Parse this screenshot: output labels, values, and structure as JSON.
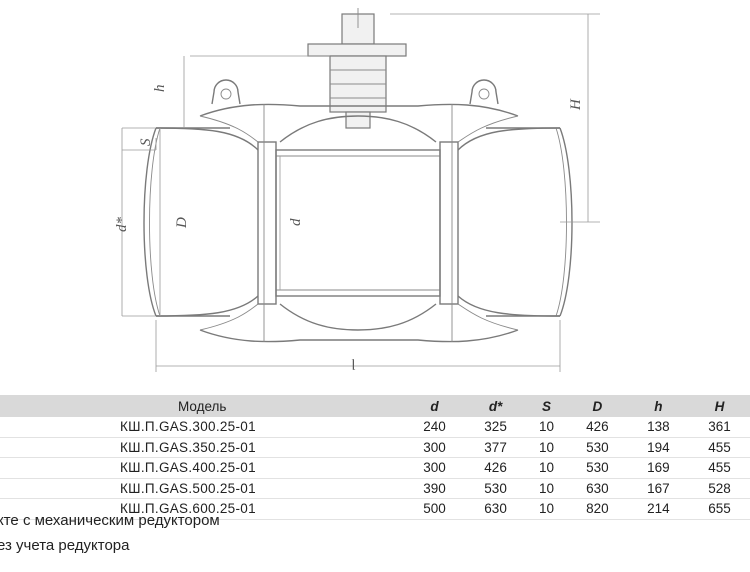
{
  "drawing": {
    "labels": {
      "h": "h",
      "S": "S",
      "d_star": "d*",
      "D": "D",
      "d": "d",
      "H": "H",
      "l": "l"
    }
  },
  "table": {
    "headers": [
      "Модель",
      "d",
      "d*",
      "S",
      "D",
      "h",
      "H"
    ],
    "rows": [
      [
        "КШ.П.GAS.300.25-01",
        "240",
        "325",
        "10",
        "426",
        "138",
        "361"
      ],
      [
        "КШ.П.GAS.350.25-01",
        "300",
        "377",
        "10",
        "530",
        "194",
        "455"
      ],
      [
        "КШ.П.GAS.400.25-01",
        "300",
        "426",
        "10",
        "530",
        "169",
        "455"
      ],
      [
        "КШ.П.GAS.500.25-01",
        "390",
        "530",
        "10",
        "630",
        "167",
        "528"
      ],
      [
        "КШ.П.GAS.600.25-01",
        "500",
        "630",
        "10",
        "820",
        "214",
        "655"
      ]
    ]
  },
  "footnotes": {
    "line1": "кте с механическим редуктором",
    "line2": "ез учета редуктора"
  }
}
